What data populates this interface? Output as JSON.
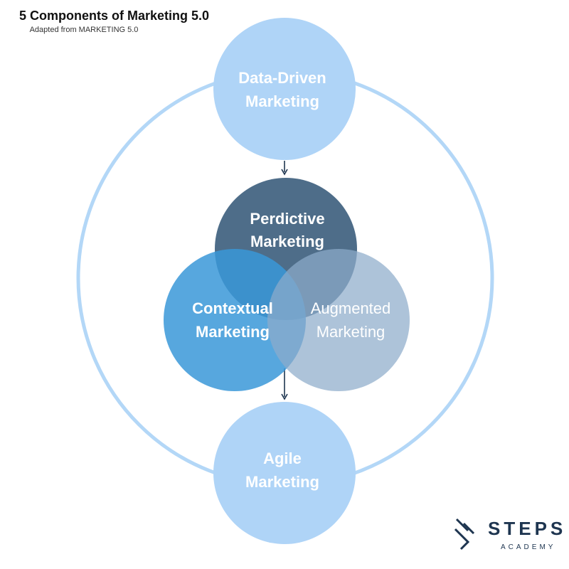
{
  "title": "5 Components of Marketing 5.0",
  "subtitle": "Adapted from MARKETING 5.0",
  "nodes": {
    "data_driven": {
      "line1": "Data-Driven",
      "line2": "Marketing",
      "color": "#afd4f7"
    },
    "predictive": {
      "line1": "Perdictive",
      "line2": "Marketing",
      "color": "#2f5374"
    },
    "contextual": {
      "line1": "Contextual",
      "line2": "Marketing",
      "color": "#3998d8"
    },
    "augmented": {
      "line1": "Augmented",
      "line2": "Marketing",
      "color": "#8eaccb"
    },
    "agile": {
      "line1": "Agile",
      "line2": "Marketing",
      "color": "#afd4f7"
    }
  },
  "ring_color": "#b3d7f7",
  "arrow_color": "#1e3550",
  "logo": {
    "name": "STEPS",
    "sub": "ACADEMY",
    "color": "#1e3550"
  }
}
